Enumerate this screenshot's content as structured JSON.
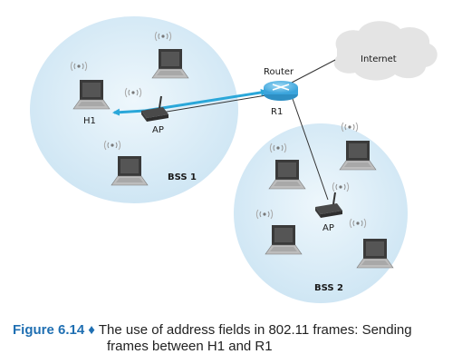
{
  "labels": {
    "router": "Router",
    "r1": "R1",
    "internet": "Internet",
    "h1": "H1",
    "ap1": "AP",
    "ap2": "AP",
    "bss1": "BSS 1",
    "bss2": "BSS 2"
  },
  "caption": {
    "figure": "Figure 6.14",
    "bullet": "♦",
    "line1": "The use of address fields in 802.11 frames: Sending",
    "line2": "frames between H1 and R1"
  },
  "colors": {
    "bss_fill": "#d6ecf7",
    "cloud_fill": "#e4e4e4",
    "arrow": "#2aa7d9",
    "router": "#5cb8e6",
    "caption_accent": "#1f6fb2"
  }
}
